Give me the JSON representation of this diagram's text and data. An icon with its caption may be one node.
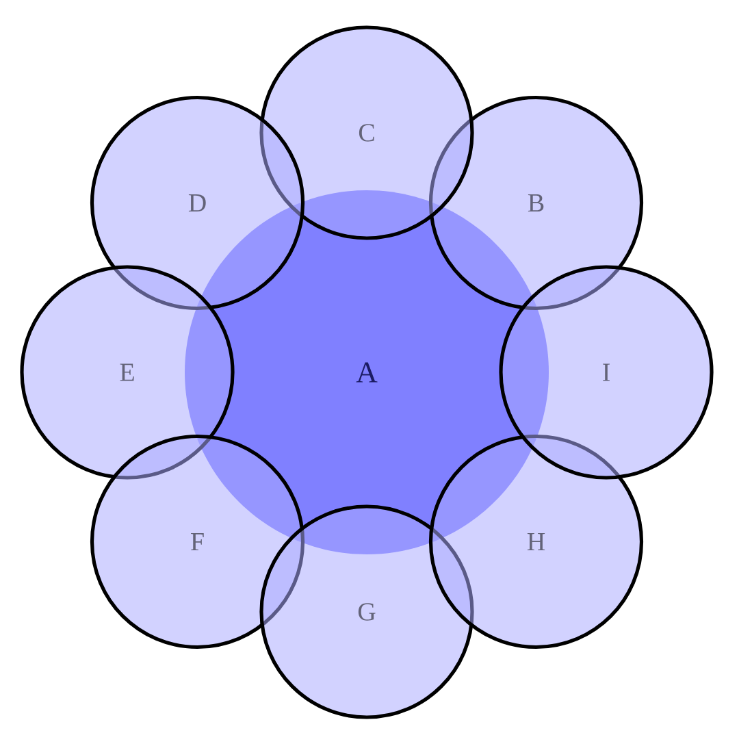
{
  "diagram": {
    "nodes": [
      {
        "text": [
          "C"
        ]
      },
      {
        "text": [
          "D"
        ]
      },
      {
        "text": [
          "B"
        ]
      },
      {
        "text": [
          "E"
        ]
      },
      {
        "text": [
          "A"
        ]
      },
      {
        "text": [
          "I"
        ]
      },
      {
        "text": [
          "F"
        ]
      },
      {
        "text": [
          "H"
        ]
      },
      {
        "text": [
          "G"
        ]
      }
    ]
  }
}
